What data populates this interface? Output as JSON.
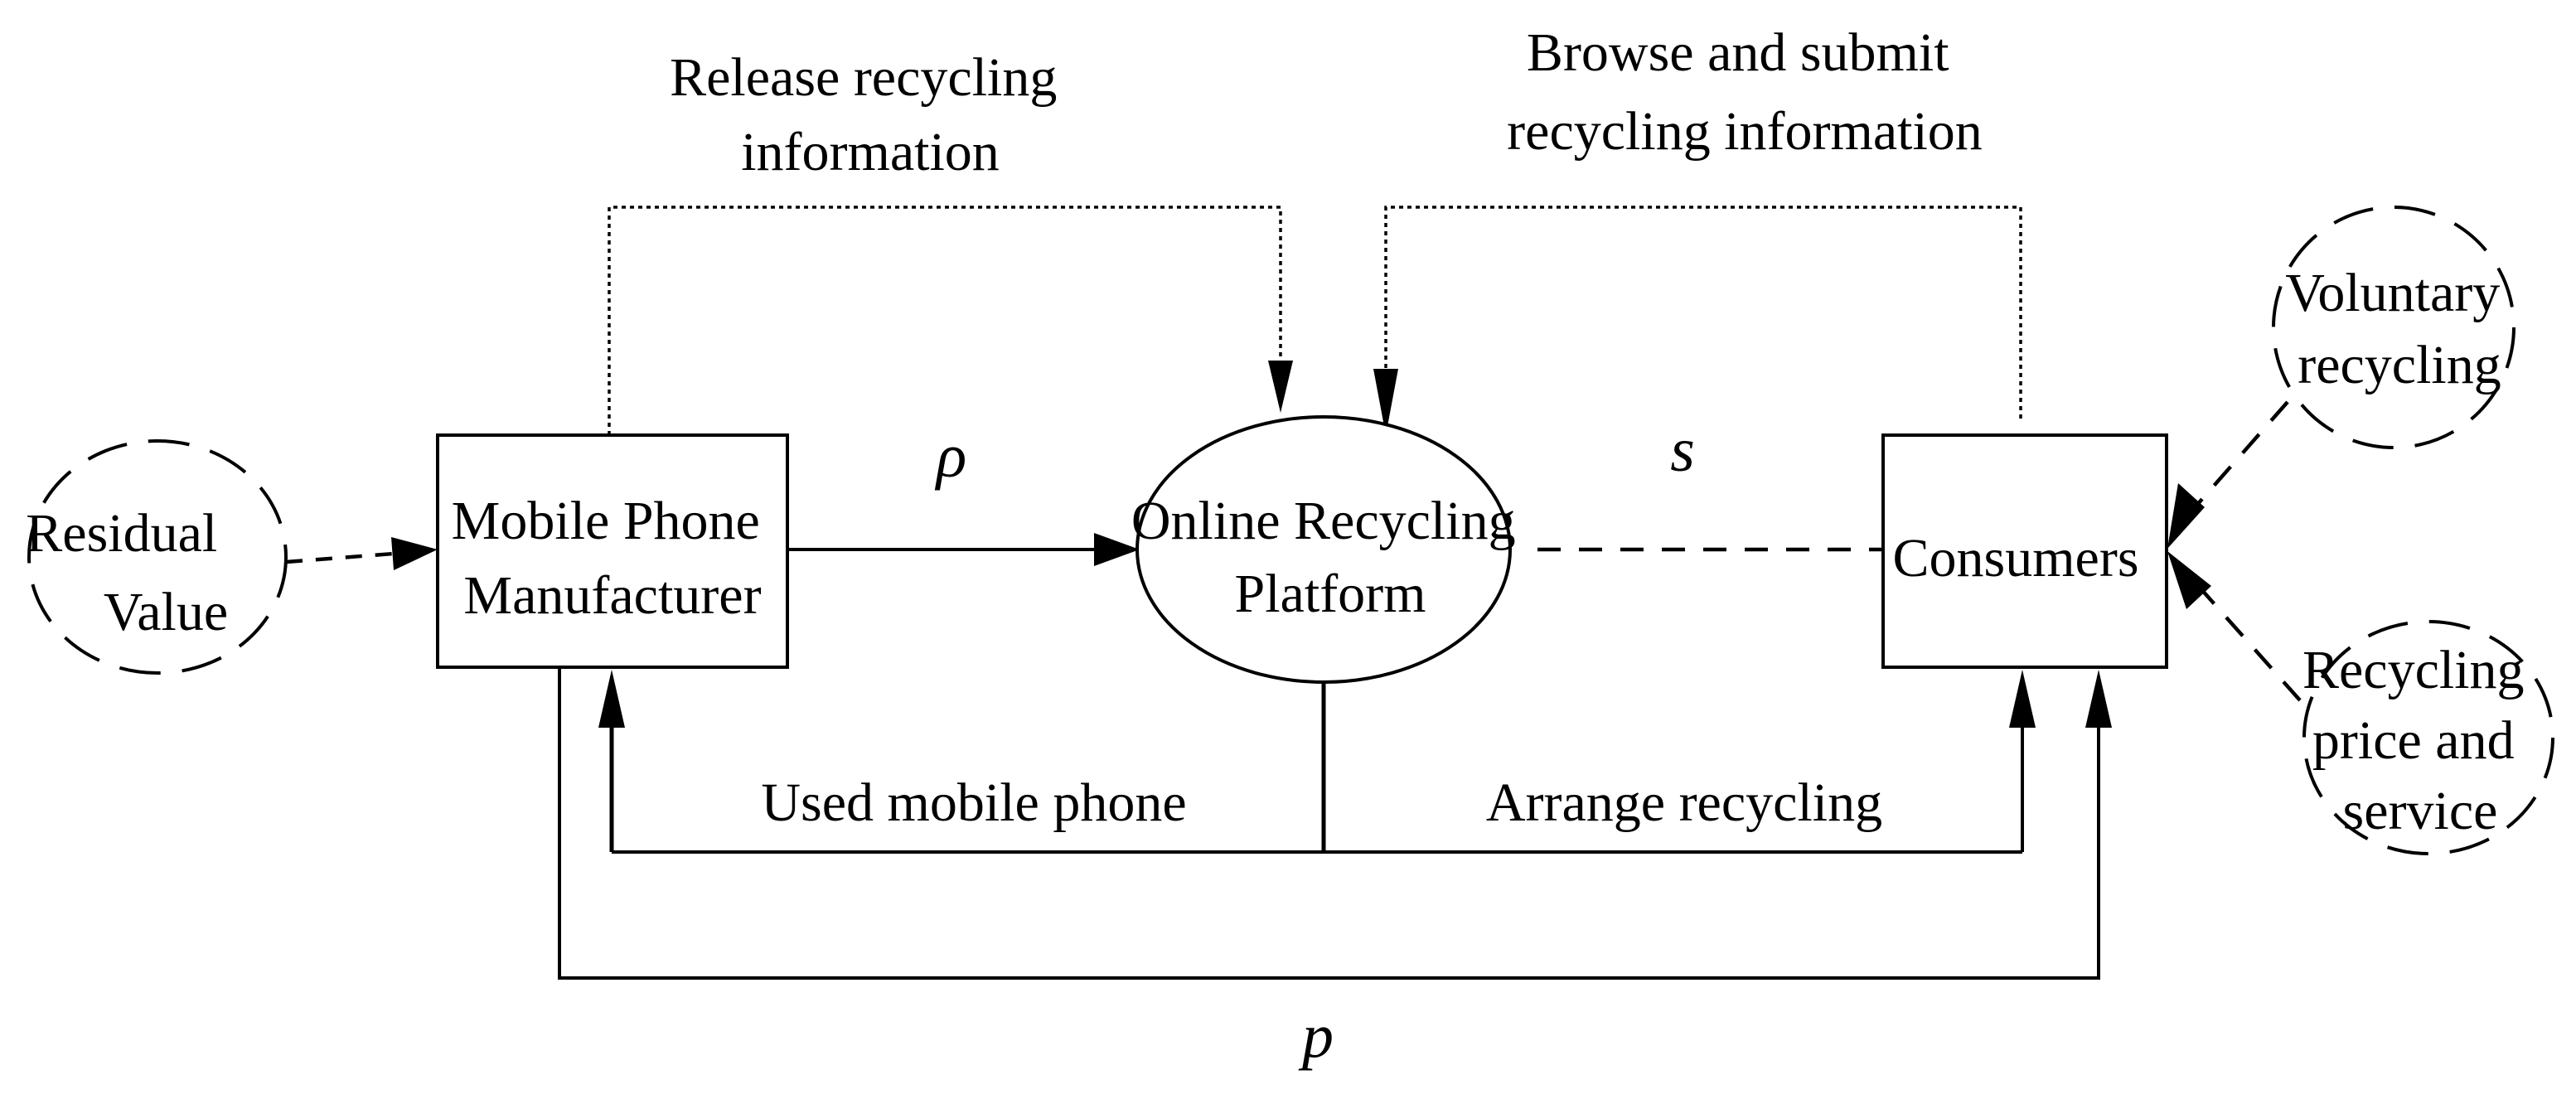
{
  "nodes": {
    "manufacturer": [
      "Mobile Phone",
      "Manufacturer"
    ],
    "platform": [
      "Online Recycling",
      "Platform"
    ],
    "consumers": [
      "Consumers"
    ],
    "residual_value": [
      "Residual",
      "Value"
    ],
    "voluntary_recycling": [
      "Voluntary",
      "recycling"
    ],
    "price_service": [
      "Recycling",
      "price and",
      "service"
    ]
  },
  "edge_labels": {
    "release_info": [
      "Release recycling",
      "information"
    ],
    "browse_submit": [
      "Browse and submit",
      "recycling information"
    ],
    "used_phone": "Used mobile phone",
    "arrange_recycling": "Arrange recycling"
  },
  "symbols": {
    "rho": "ρ",
    "s": "s",
    "p": "p"
  },
  "colors": {
    "line": "#000000",
    "background": "#ffffff"
  }
}
